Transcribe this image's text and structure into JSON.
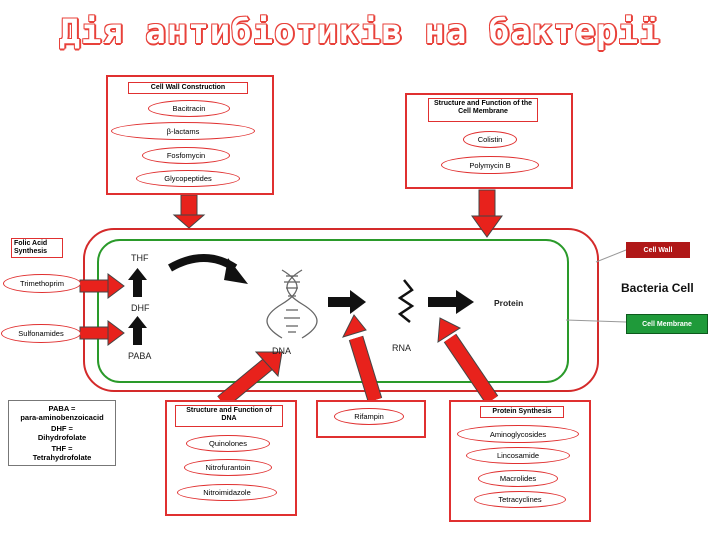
{
  "title": "Дія антибіотиків на бактерії",
  "groups": {
    "cell_wall": {
      "header": "Cell Wall Construction",
      "items": [
        "Bacitracin",
        "β-lactams",
        "Fosfomycin",
        "Glycopeptides"
      ]
    },
    "membrane": {
      "header": "Structure and Function of the Cell Membrane",
      "items": [
        "Colistin",
        "Polymycin B"
      ]
    },
    "folic": {
      "header": "Folic Acid Synthesis",
      "items": [
        "Trimethoprim",
        "Sulfonamides"
      ]
    },
    "dna": {
      "header": "Structure and Function of DNA",
      "items": [
        "Quinolones",
        "Nitrofurantoin",
        "Nitroimidazole"
      ]
    },
    "rna": {
      "items": [
        "Rifampin"
      ]
    },
    "protein": {
      "header": "Protein Synthesis",
      "items": [
        "Aminoglycosides",
        "Lincosamide",
        "Macrolides",
        "Tetracyclines"
      ]
    }
  },
  "cell": {
    "thf": "THF",
    "dhf": "DHF",
    "paba": "PABA",
    "dna": "DNA",
    "rna": "RNA",
    "protein": "Protein"
  },
  "tags": {
    "cell_wall": "Cell Wall",
    "cell_membrane": "Cell Membrane",
    "bacteria_cell": "Bacteria Cell"
  },
  "colors": {
    "red": "#e8221c",
    "dark_red": "#b01818",
    "green": "#2a9a2a",
    "green_tag": "#1f9a3a"
  },
  "legend": {
    "lines": [
      "PABA =",
      "para-aminobenzoicacid",
      "DHF =",
      "Dihydrofolate",
      "THF =",
      "Tetrahydrofolate"
    ]
  }
}
